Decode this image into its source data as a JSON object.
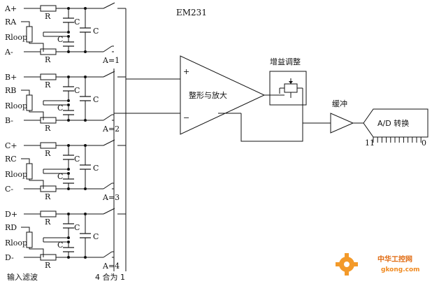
{
  "title": "EM231",
  "channels": [
    {
      "pos": "A+",
      "sense": "RA",
      "neg": "A-",
      "select": "A=1"
    },
    {
      "pos": "B+",
      "sense": "RB",
      "neg": "B-",
      "select": "A=2"
    },
    {
      "pos": "C+",
      "sense": "RC",
      "neg": "C-",
      "select": "A=3"
    },
    {
      "pos": "D+",
      "sense": "RD",
      "neg": "D-",
      "select": "A=4"
    }
  ],
  "components": {
    "resistor": "R",
    "capacitor": "C",
    "loop_resistor": "Rloop"
  },
  "blocks": {
    "amplifier": "整形与放大",
    "amp_plus": "+",
    "amp_minus": "−",
    "gain": "增益调整",
    "buffer": "缓冲",
    "adc": "A/D 转换",
    "adc_msb": "11",
    "adc_lsb": "0"
  },
  "footer": {
    "filter": "输入滤波",
    "mux": "4 合为 1"
  },
  "watermark": {
    "cn": "中华工控网",
    "url": "gkong.com",
    "icon": "gear-icon"
  }
}
